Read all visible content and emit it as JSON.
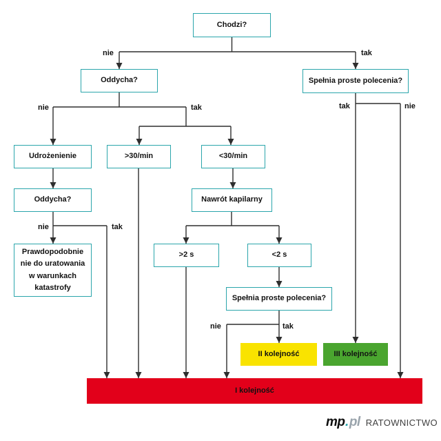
{
  "palette": {
    "box_border_teal": "#2aa5ab",
    "line_dark": "#2e2e2e",
    "priority1_red": "#e2001a",
    "priority2_yellow": "#f9e300",
    "priority3_green": "#4aa52f"
  },
  "nodes": {
    "chodzi": {
      "label": "Chodzi?"
    },
    "oddycha1": {
      "label": "Oddycha?"
    },
    "spelnia_top": {
      "label": "Spełnia proste polecenia?"
    },
    "udroznienie": {
      "label": "Udrożenienie"
    },
    "gt30": {
      "label": ">30/min"
    },
    "lt30": {
      "label": "<30/min"
    },
    "oddycha2": {
      "label": "Oddycha?"
    },
    "nawrot": {
      "label": "Nawrót kapilarny"
    },
    "nieuratowania": {
      "label": "Prawdopodobnie\nnie do uratowania\nw warunkach\nkatastrofy"
    },
    "gt2s": {
      "label": ">2 s"
    },
    "lt2s": {
      "label": "<2 s"
    },
    "spelnia_bottom": {
      "label": "Spełnia proste polecenia?"
    },
    "second_priority": {
      "label": "II kolejność"
    },
    "third_priority": {
      "label": "III kolejność"
    },
    "first_priority": {
      "label": "I kolejność"
    }
  },
  "edge_labels": {
    "nie": "nie",
    "tak": "tak"
  },
  "logo": {
    "mp": "mp",
    "dot": ".",
    "pl": "pl",
    "brand": "RATOWNICTWO"
  }
}
